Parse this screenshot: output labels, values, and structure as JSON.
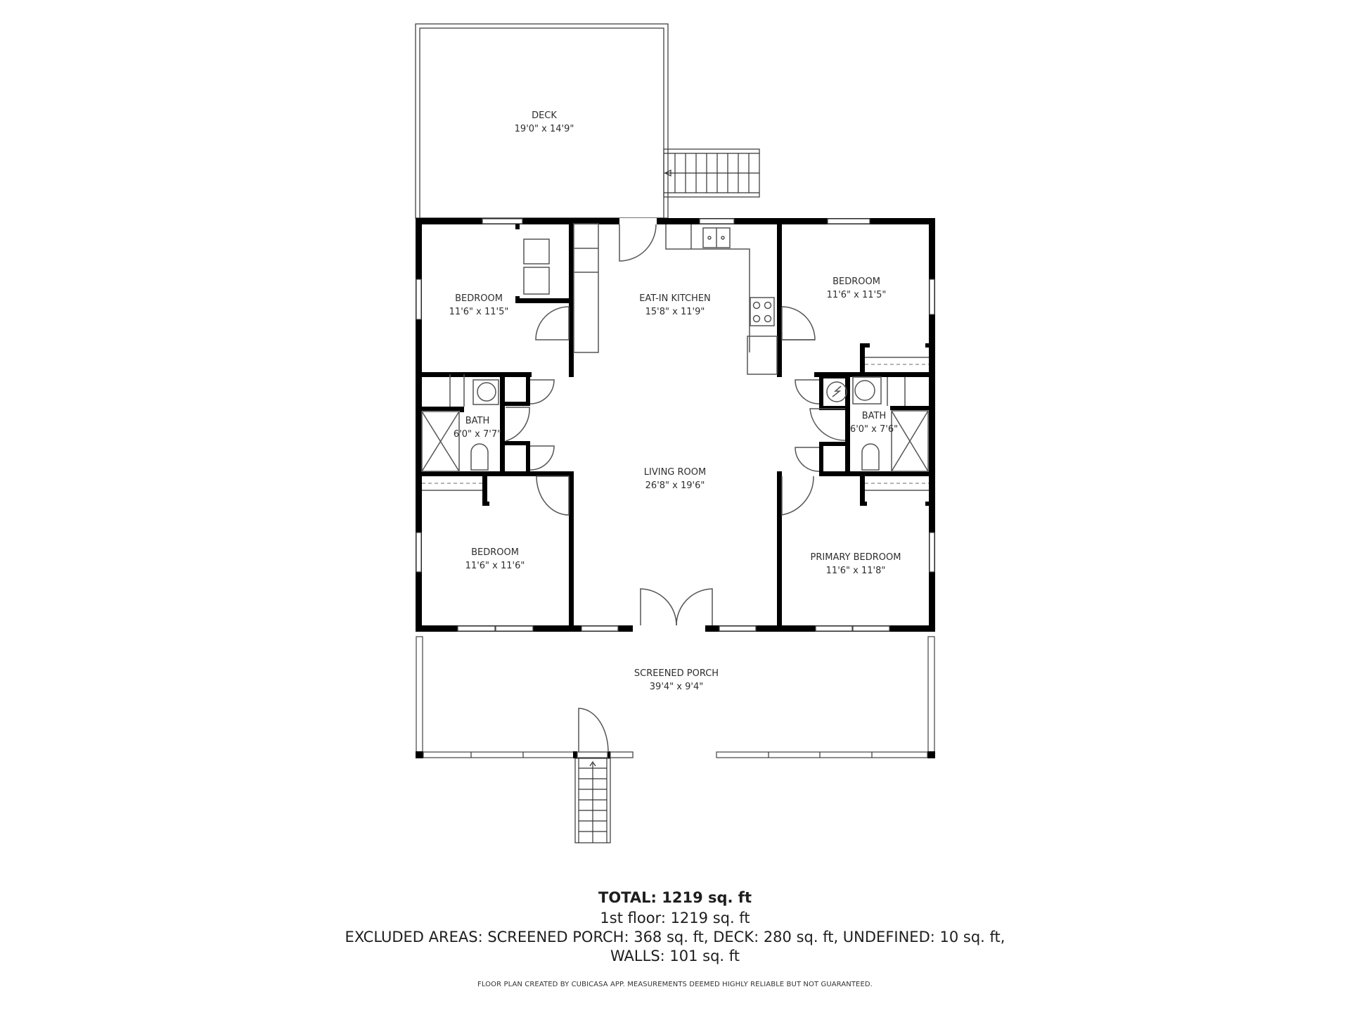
{
  "rooms": {
    "deck": {
      "name": "DECK",
      "dims": "19'0\" x 14'9\""
    },
    "bedroom_nw": {
      "name": "BEDROOM",
      "dims": "11'6\" x 11'5\""
    },
    "kitchen": {
      "name": "EAT-IN KITCHEN",
      "dims": "15'8\" x 11'9\""
    },
    "bedroom_ne": {
      "name": "BEDROOM",
      "dims": "11'6\" x 11'5\""
    },
    "bath_w": {
      "name": "BATH",
      "dims": "6'0\" x 7'7\""
    },
    "bath_e": {
      "name": "BATH",
      "dims": "6'0\" x 7'6\""
    },
    "living_room": {
      "name": "LIVING ROOM",
      "dims": "26'8\" x 19'6\""
    },
    "bedroom_sw": {
      "name": "BEDROOM",
      "dims": "11'6\" x 11'6\""
    },
    "primary_bedroom": {
      "name": "PRIMARY BEDROOM",
      "dims": "11'6\" x 11'8\""
    },
    "screened_porch": {
      "name": "SCREENED PORCH",
      "dims": "39'4\" x 9'4\""
    }
  },
  "summary": {
    "total": "TOTAL: 1219 sq. ft",
    "first_floor": "1st floor: 1219 sq. ft",
    "excluded": "EXCLUDED AREAS: SCREENED PORCH: 368 sq. ft, DECK: 280 sq. ft, UNDEFINED: 10 sq. ft,",
    "walls": "WALLS: 101 sq. ft",
    "footer": "FLOOR PLAN CREATED BY CUBICASA APP. MEASUREMENTS DEEMED HIGHLY RELIABLE BUT NOT GUARANTEED."
  },
  "colors": {
    "wall": "#000000",
    "background": "#ffffff",
    "text": "#2e2e2e"
  }
}
